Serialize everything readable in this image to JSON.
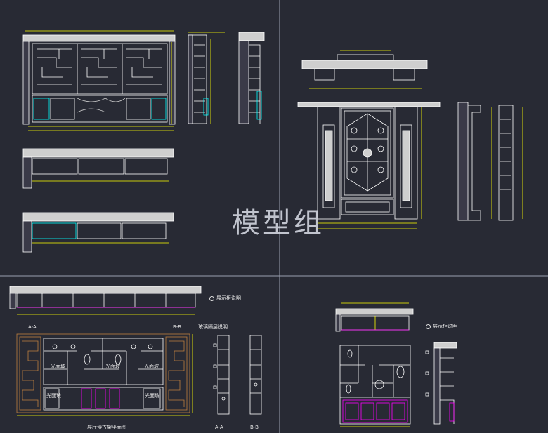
{
  "watermark": "模型组",
  "colors": {
    "background": "#282a34",
    "line": "#ffffff",
    "dimension": "#ffff00",
    "accent_cyan": "#00ffff",
    "accent_magenta": "#ff00ff",
    "frame_brown": "#c08040",
    "panel_divider": "#9aa0b0"
  },
  "labels": {
    "section_a": "A-A",
    "section_b": "B-B",
    "glass": "光面玻",
    "front_elevation_title": "展厅博古架平面图",
    "side_note": "玻璃隔层说明",
    "legend_note_1": "展示柜说明",
    "legend_note_2": "展示柜说明"
  }
}
